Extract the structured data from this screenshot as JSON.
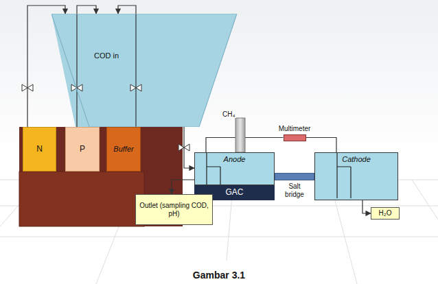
{
  "diagram": {
    "caption": "Gambar 3.1",
    "nodes": [
      {
        "text": [
          "COD in"
        ]
      },
      {
        "text": [
          "N"
        ]
      },
      {
        "text": [
          "P"
        ]
      },
      {
        "text": [
          "Buffer"
        ]
      },
      {
        "text": [
          "Anode"
        ]
      },
      {
        "text": [
          "GAC"
        ]
      },
      {
        "text": [
          "Multimeter"
        ]
      },
      {
        "text": [
          "Salt bridge"
        ]
      },
      {
        "text": [
          "Cathode"
        ]
      },
      {
        "text": [
          "H₂O"
        ]
      },
      {
        "text": [
          "Outlet (sampling COD, pH)"
        ]
      }
    ],
    "edges": [
      {
        "from": 1,
        "to": 0,
        "arrow": "to"
      },
      {
        "from": 2,
        "to": 0,
        "arrow": "to"
      },
      {
        "from": 3,
        "to": 0,
        "arrow": "to"
      },
      {
        "from": 0,
        "to": 4,
        "arrow": "to"
      },
      {
        "from": 4,
        "to": 10,
        "arrow": "to"
      },
      {
        "from": 4,
        "to": 6,
        "arrow": "none"
      },
      {
        "from": 6,
        "to": 8,
        "arrow": "none"
      },
      {
        "from": 8,
        "to": 9,
        "arrow": "to"
      }
    ],
    "labels": [
      "CH₄"
    ]
  }
}
